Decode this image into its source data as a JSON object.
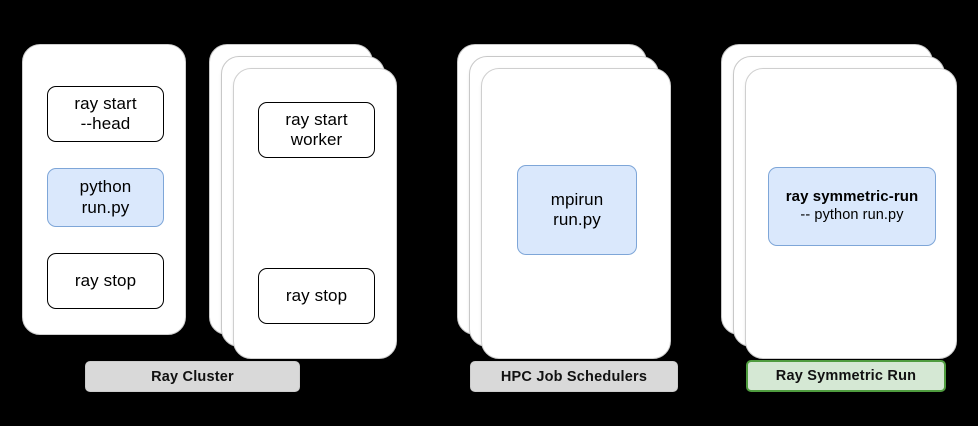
{
  "diagram": {
    "title": "Ray Symmetric Run vs Ray Cluster vs HPC Job Schedulers",
    "background_color": "#000000",
    "colors": {
      "card_fill": "#ffffff",
      "card_border": "#d0d0d0",
      "command_box_border": "#000000",
      "highlight_fill": "#dae8fc",
      "highlight_border": "#7ea6d8",
      "legend_grey_fill": "#d9d9d9",
      "legend_green_fill": "#d5e8d4",
      "legend_green_border": "#4f9c3f",
      "text": "#000000"
    }
  },
  "groups": [
    {
      "id": "ray-cluster",
      "legend": "Ray Cluster",
      "legend_style": "grey",
      "nodes": [
        {
          "id": "head-node",
          "stack_count": 1,
          "commands": [
            {
              "id": "ray-start-head",
              "style": "plain",
              "lines": [
                "ray start",
                "--head"
              ]
            },
            {
              "id": "python-run-py",
              "style": "blue",
              "lines": [
                "python",
                "run.py"
              ]
            },
            {
              "id": "ray-stop-head",
              "style": "plain",
              "lines": [
                "ray stop"
              ]
            }
          ]
        },
        {
          "id": "worker-nodes",
          "stack_count": 3,
          "commands": [
            {
              "id": "ray-start-worker",
              "style": "plain",
              "lines": [
                "ray start",
                "worker"
              ]
            },
            {
              "id": "ray-stop-worker",
              "style": "plain",
              "lines": [
                "ray stop"
              ]
            }
          ]
        }
      ]
    },
    {
      "id": "hpc-job-schedulers",
      "legend": "HPC Job Schedulers",
      "legend_style": "grey",
      "nodes": [
        {
          "id": "hpc-nodes",
          "stack_count": 3,
          "commands": [
            {
              "id": "mpirun-run-py",
              "style": "blue",
              "lines": [
                "mpirun",
                "run.py"
              ]
            }
          ]
        }
      ]
    },
    {
      "id": "ray-symmetric-run",
      "legend": "Ray Symmetric Run",
      "legend_style": "green",
      "nodes": [
        {
          "id": "symmetric-nodes",
          "stack_count": 3,
          "commands": [
            {
              "id": "ray-symmetric-run-cmd",
              "style": "blue",
              "lines": [
                "ray symmetric-run",
                "-- python run.py"
              ],
              "bold_first_line": true
            }
          ]
        }
      ]
    }
  ],
  "labels": {
    "ray_start_head_l1": "ray start",
    "ray_start_head_l2": "--head",
    "python_l1": "python",
    "python_l2": "run.py",
    "ray_stop_head": "ray stop",
    "ray_start_worker_l1": "ray start",
    "ray_start_worker_l2": "worker",
    "ray_stop_worker": "ray stop",
    "mpirun_l1": "mpirun",
    "mpirun_l2": "run.py",
    "symmetric_l1": "ray symmetric-run",
    "symmetric_l2": "-- python run.py",
    "legend_ray_cluster": "Ray Cluster",
    "legend_hpc": "HPC Job Schedulers",
    "legend_symmetric": "Ray Symmetric Run"
  }
}
